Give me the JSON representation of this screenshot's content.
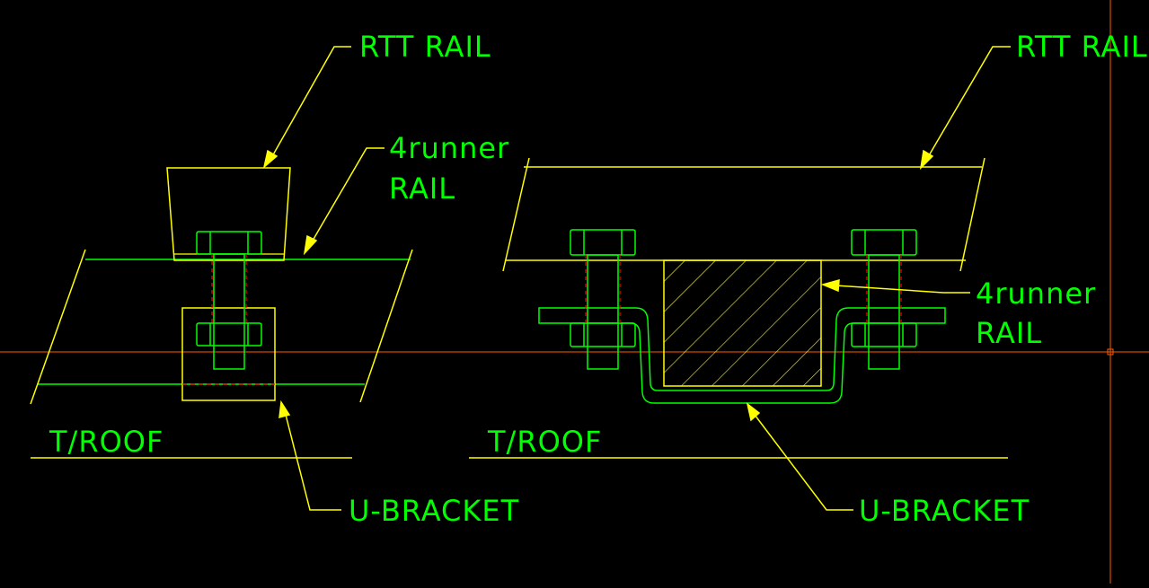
{
  "colors": {
    "background": "#000000",
    "rail_outline": "#ffff00",
    "part_outline": "#00ff00",
    "label_text": "#00ff00",
    "crosshair": "#ff5a00",
    "hidden_line": "#ff0000"
  },
  "left_detail": {
    "label_rtt": "RTT RAIL",
    "label_4runner_line1": "4runner",
    "label_4runner_line2": "RAIL",
    "label_ubracket": "U-BRACKET",
    "label_roof": "T/ROOF"
  },
  "right_detail": {
    "label_rtt": "RTT RAIL",
    "label_4runner_line1": "4runner",
    "label_4runner_line2": "RAIL",
    "label_ubracket": "U-BRACKET",
    "label_roof": "T/ROOF"
  }
}
